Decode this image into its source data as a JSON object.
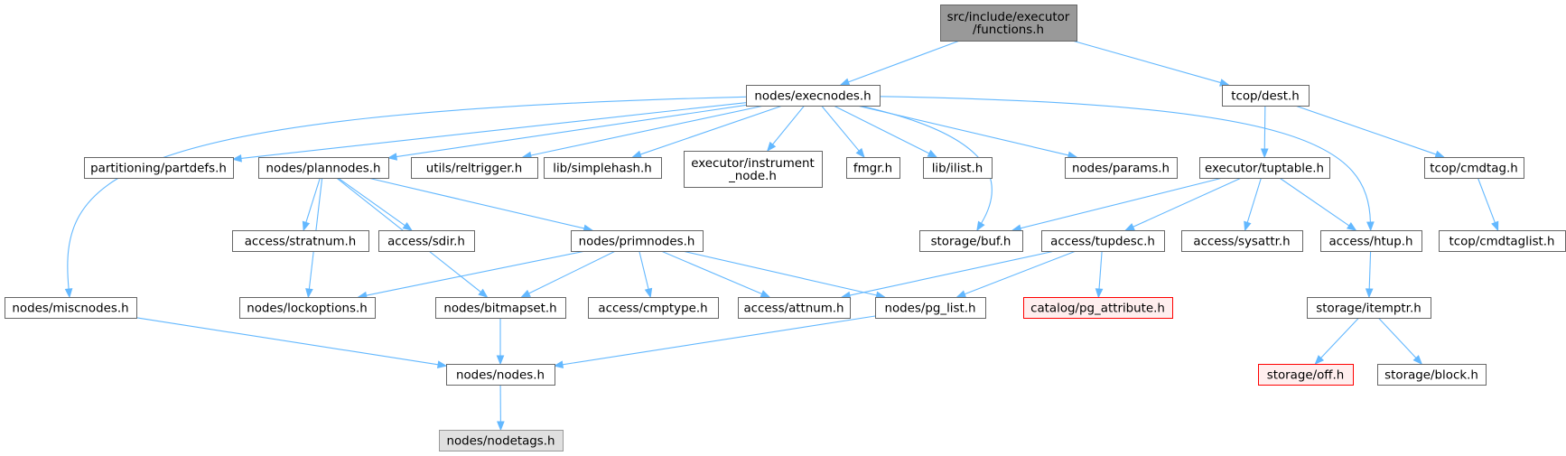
{
  "diagram": {
    "colors": {
      "edge": "#63b8ff",
      "node_fill": "#ffffff",
      "node_stroke": "#666666",
      "root_fill": "#999999",
      "missing_fill": "#ffeeee",
      "missing_stroke": "#ff0000",
      "leaf_fill": "#e0e0e0",
      "leaf_stroke": "#999999"
    },
    "nodes": [
      {
        "id": "functions",
        "lines": [
          "src/include/executor",
          "/functions.h"
        ],
        "style": "root"
      },
      {
        "id": "execnodes",
        "lines": [
          "nodes/execnodes.h"
        ],
        "style": "normal"
      },
      {
        "id": "dest",
        "lines": [
          "tcop/dest.h"
        ],
        "style": "normal"
      },
      {
        "id": "partdefs",
        "lines": [
          "partitioning/partdefs.h"
        ],
        "style": "normal"
      },
      {
        "id": "plannodes",
        "lines": [
          "nodes/plannodes.h"
        ],
        "style": "normal"
      },
      {
        "id": "reltrigger",
        "lines": [
          "utils/reltrigger.h"
        ],
        "style": "normal"
      },
      {
        "id": "simplehash",
        "lines": [
          "lib/simplehash.h"
        ],
        "style": "normal"
      },
      {
        "id": "instrument",
        "lines": [
          "executor/instrument",
          "_node.h"
        ],
        "style": "normal"
      },
      {
        "id": "fmgr",
        "lines": [
          "fmgr.h"
        ],
        "style": "normal"
      },
      {
        "id": "ilist",
        "lines": [
          "lib/ilist.h"
        ],
        "style": "normal"
      },
      {
        "id": "params",
        "lines": [
          "nodes/params.h"
        ],
        "style": "normal"
      },
      {
        "id": "tuptable",
        "lines": [
          "executor/tuptable.h"
        ],
        "style": "normal"
      },
      {
        "id": "cmdtag",
        "lines": [
          "tcop/cmdtag.h"
        ],
        "style": "normal"
      },
      {
        "id": "stratnum",
        "lines": [
          "access/stratnum.h"
        ],
        "style": "normal"
      },
      {
        "id": "sdir",
        "lines": [
          "access/sdir.h"
        ],
        "style": "normal"
      },
      {
        "id": "primnodes",
        "lines": [
          "nodes/primnodes.h"
        ],
        "style": "normal"
      },
      {
        "id": "buf",
        "lines": [
          "storage/buf.h"
        ],
        "style": "normal"
      },
      {
        "id": "tupdesc",
        "lines": [
          "access/tupdesc.h"
        ],
        "style": "normal"
      },
      {
        "id": "sysattr",
        "lines": [
          "access/sysattr.h"
        ],
        "style": "normal"
      },
      {
        "id": "htup",
        "lines": [
          "access/htup.h"
        ],
        "style": "normal"
      },
      {
        "id": "cmdtaglist",
        "lines": [
          "tcop/cmdtaglist.h"
        ],
        "style": "normal"
      },
      {
        "id": "miscnodes",
        "lines": [
          "nodes/miscnodes.h"
        ],
        "style": "normal"
      },
      {
        "id": "lockoptions",
        "lines": [
          "nodes/lockoptions.h"
        ],
        "style": "normal"
      },
      {
        "id": "bitmapset",
        "lines": [
          "nodes/bitmapset.h"
        ],
        "style": "normal"
      },
      {
        "id": "cmptype",
        "lines": [
          "access/cmptype.h"
        ],
        "style": "normal"
      },
      {
        "id": "attnum",
        "lines": [
          "access/attnum.h"
        ],
        "style": "normal"
      },
      {
        "id": "pg_list",
        "lines": [
          "nodes/pg_list.h"
        ],
        "style": "normal"
      },
      {
        "id": "pg_attribute",
        "lines": [
          "catalog/pg_attribute.h"
        ],
        "style": "missing"
      },
      {
        "id": "itemptr",
        "lines": [
          "storage/itemptr.h"
        ],
        "style": "normal"
      },
      {
        "id": "nodes",
        "lines": [
          "nodes/nodes.h"
        ],
        "style": "normal"
      },
      {
        "id": "off",
        "lines": [
          "storage/off.h"
        ],
        "style": "missing"
      },
      {
        "id": "block",
        "lines": [
          "storage/block.h"
        ],
        "style": "normal"
      },
      {
        "id": "nodetags",
        "lines": [
          "nodes/nodetags.h"
        ],
        "style": "leaf"
      }
    ],
    "edges": [
      [
        "functions",
        "execnodes"
      ],
      [
        "functions",
        "dest"
      ],
      [
        "execnodes",
        "miscnodes"
      ],
      [
        "execnodes",
        "partdefs"
      ],
      [
        "execnodes",
        "plannodes"
      ],
      [
        "execnodes",
        "reltrigger"
      ],
      [
        "execnodes",
        "simplehash"
      ],
      [
        "execnodes",
        "instrument"
      ],
      [
        "execnodes",
        "fmgr"
      ],
      [
        "execnodes",
        "ilist"
      ],
      [
        "execnodes",
        "params"
      ],
      [
        "execnodes",
        "buf"
      ],
      [
        "execnodes",
        "htup"
      ],
      [
        "dest",
        "tuptable"
      ],
      [
        "dest",
        "cmdtag"
      ],
      [
        "plannodes",
        "stratnum"
      ],
      [
        "plannodes",
        "sdir"
      ],
      [
        "plannodes",
        "primnodes"
      ],
      [
        "plannodes",
        "lockoptions"
      ],
      [
        "plannodes",
        "bitmapset"
      ],
      [
        "tuptable",
        "buf"
      ],
      [
        "tuptable",
        "tupdesc"
      ],
      [
        "tuptable",
        "sysattr"
      ],
      [
        "tuptable",
        "htup"
      ],
      [
        "cmdtag",
        "cmdtaglist"
      ],
      [
        "primnodes",
        "lockoptions"
      ],
      [
        "primnodes",
        "bitmapset"
      ],
      [
        "primnodes",
        "cmptype"
      ],
      [
        "primnodes",
        "attnum"
      ],
      [
        "primnodes",
        "pg_list"
      ],
      [
        "tupdesc",
        "attnum"
      ],
      [
        "tupdesc",
        "pg_list"
      ],
      [
        "tupdesc",
        "pg_attribute"
      ],
      [
        "htup",
        "itemptr"
      ],
      [
        "itemptr",
        "off"
      ],
      [
        "itemptr",
        "block"
      ],
      [
        "miscnodes",
        "nodes"
      ],
      [
        "bitmapset",
        "nodes"
      ],
      [
        "pg_list",
        "nodes"
      ],
      [
        "nodes",
        "nodetags"
      ]
    ]
  }
}
